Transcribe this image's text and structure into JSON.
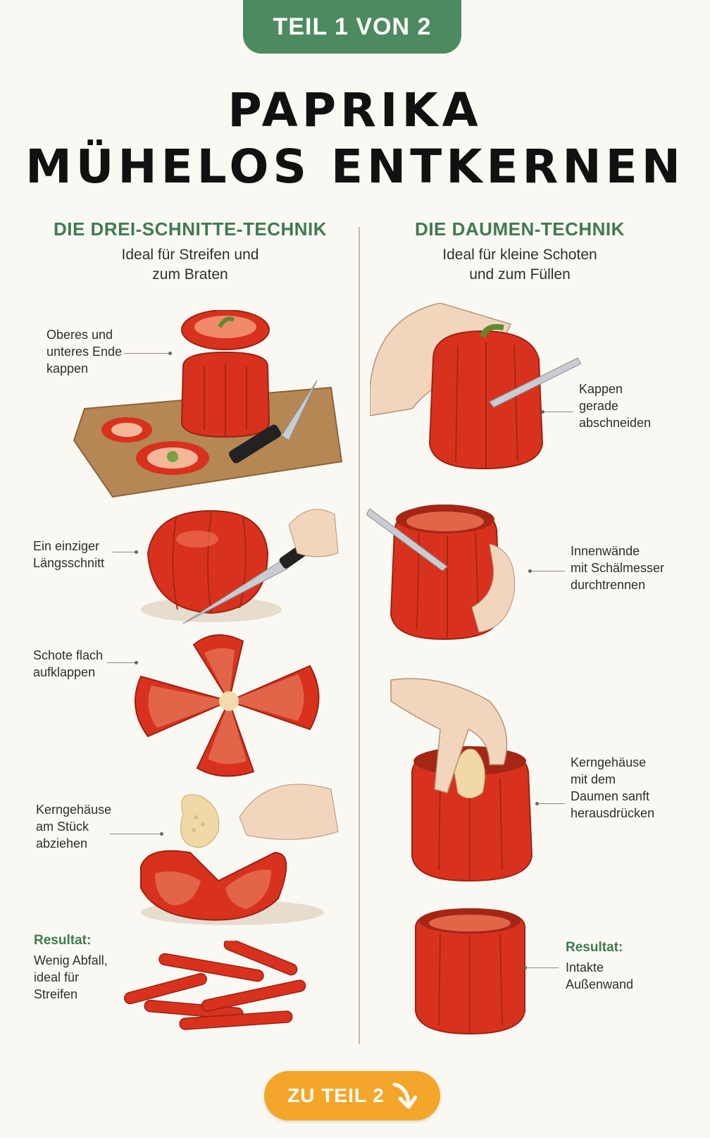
{
  "badge": "TEIL 1 VON 2",
  "title": {
    "line1": "PAPRIKA",
    "line2": "MÜHELOS ENTKERNEN"
  },
  "left": {
    "heading": "DIE DREI-SCHNITTE-TECHNIK",
    "subtitle": "Ideal für Streifen und\nzum Braten",
    "steps": [
      "Oberes und\nunteres Ende\nkappen",
      "Ein einziger\nLängsschnitt",
      "Schote flach\naufklappen",
      "Kerngehäuse\nam Stück\nabziehen"
    ],
    "result_title": "Resultat:",
    "result_text": "Wenig Abfall,\nideal für\nStreifen"
  },
  "right": {
    "heading": "DIE DAUMEN-TECHNIK",
    "subtitle": "Ideal für kleine Schoten\nund zum Füllen",
    "steps": [
      "Kappen\ngerade\nabschneiden",
      "Innenwände\nmit Schälmesser\ndurchtrennen",
      "Kerngehäuse\nmit dem\nDaumen sanft\nherausdrücken"
    ],
    "result_title": "Resultat:",
    "result_text": "Intakte\nAußenwand"
  },
  "cta": {
    "label": "ZU TEIL 2",
    "icon": "arrow-down-right-icon"
  },
  "colors": {
    "accent_green": "#4e8a5f",
    "cta_orange": "#f3a629",
    "pepper_red": "#d8321f"
  }
}
